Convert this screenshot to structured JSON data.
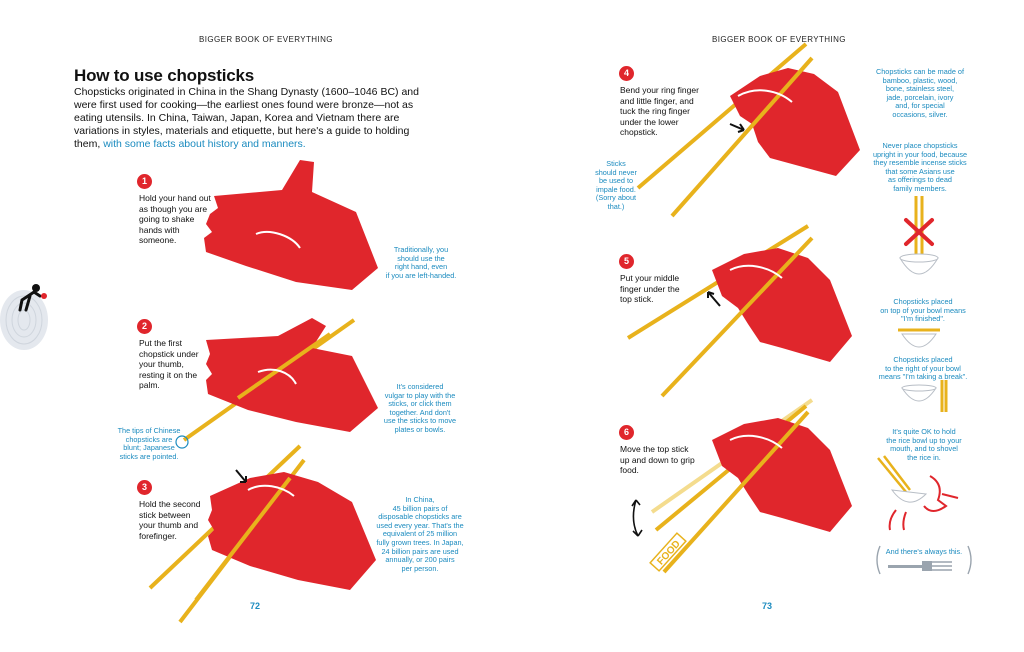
{
  "running_head": "BIGGER BOOK OF EVERYTHING",
  "left_page": {
    "page_number": "72",
    "title": "How to use chopsticks",
    "intro": "Chopsticks originated in China in the Shang Dynasty (1600–1046 BC) and were first used for cooking—the earliest ones found were bronze—not as eating utensils. In China, Taiwan, Japan, Korea and Vietnam there are variations in styles, materials and etiquette, but here's a guide to holding them,",
    "intro_highlight": "with some facts about history and manners.",
    "steps": [
      {
        "number": "1",
        "text": "Hold your hand out as though you are going to shake hands with someone."
      },
      {
        "number": "2",
        "text": "Put the first chopstick under your thumb, resting it on the palm."
      },
      {
        "number": "3",
        "text": "Hold the second stick between your thumb and forefinger."
      }
    ],
    "facts": {
      "right_hand": "Traditionally, you\nshould use the\nright hand, even\nif you are left-handed.",
      "tips": "The tips of Chinese\nchopsticks are\nblunt; Japanese\nsticks are pointed.",
      "vulgar": "It's considered\nvulgar to play with the\nsticks, or click them\ntogether. And don't\nuse the sticks to move\nplates or bowls.",
      "disposable": "In China,\n45 billion pairs of\ndisposable chopsticks are\nused every year. That's the\nequivalent of 25 million\nfully grown trees. In Japan,\n24 billion pairs are used\nannually, or 200 pairs\nper person."
    }
  },
  "right_page": {
    "page_number": "73",
    "steps": [
      {
        "number": "4",
        "text": "Bend your ring finger and little finger, and tuck the ring finger under the lower chopstick."
      },
      {
        "number": "5",
        "text": "Put your middle finger under the top stick."
      },
      {
        "number": "6",
        "text": "Move the top stick up and down to grip food."
      }
    ],
    "food_label": "FOOD",
    "facts": {
      "impale": "Sticks\nshould never\nbe used to\nimpale food.\n(Sorry about\nthat.)",
      "materials": "Chopsticks can be made of\nbamboo, plastic, wood,\nbone, stainless steel,\njade, porcelain, ivory\nand, for special\noccasions, silver.",
      "upright": "Never place chopsticks\nupright in your food, because\nthey resemble incense sticks\nthat some Asians use\nas offerings to dead\nfamily members.",
      "finished": "Chopsticks placed\non top of your bowl means\n\"I'm finished\".",
      "break": "Chopsticks placed\nto the right of your bowl\nmeans \"I'm taking a break\".",
      "rice_bowl": "It's quite OK to hold\nthe rice bowl up to your\nmouth, and to shovel\nthe rice in.",
      "fork": "And there's always this."
    }
  },
  "colors": {
    "hand_red": "#e0262c",
    "chopstick_yellow": "#e8b21c",
    "accent_blue": "#1b8bbf"
  },
  "icons": [
    "hand-illustration",
    "chopstick",
    "arrow-icon",
    "bowl-icon",
    "fork-icon",
    "prohibited-x-icon",
    "thumbprint-figure-icon"
  ]
}
